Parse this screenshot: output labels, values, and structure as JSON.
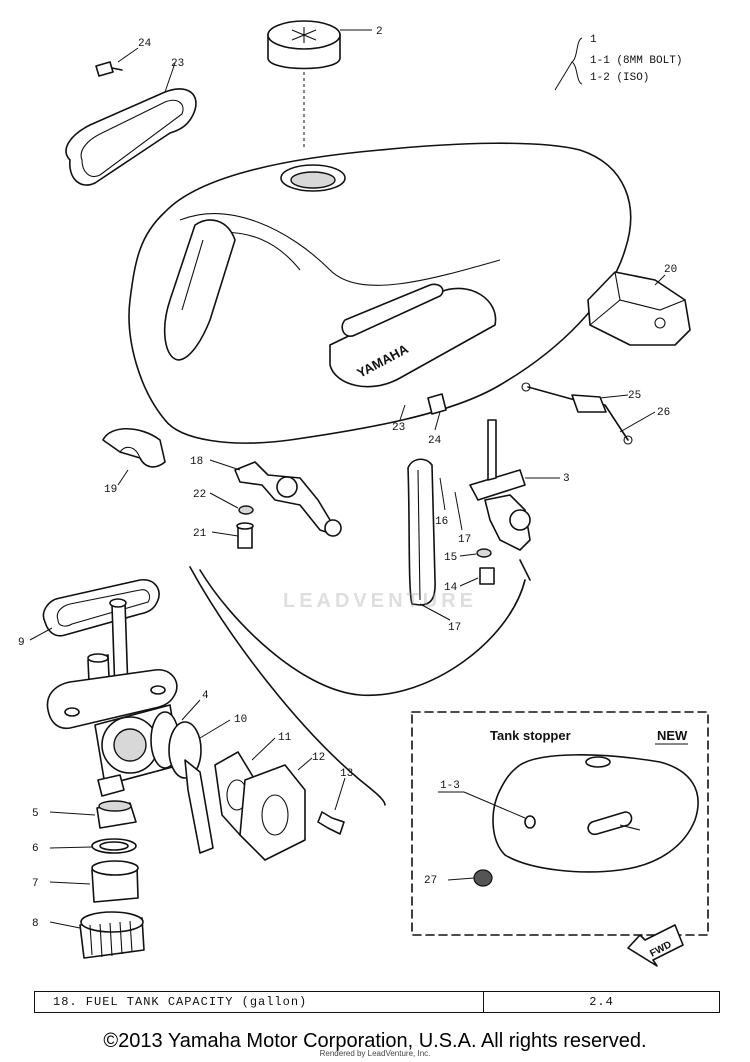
{
  "callouts": {
    "c1": "1",
    "c1_1": "1-1 (8MM BOLT)",
    "c1_2": "1-2 (ISO)",
    "c2": "2",
    "c3": "3",
    "c4": "4",
    "c5": "5",
    "c6": "6",
    "c7": "7",
    "c8": "8",
    "c9": "9",
    "c10": "10",
    "c11": "11",
    "c12": "12",
    "c13": "13",
    "c14": "14",
    "c15": "15",
    "c16": "16",
    "c17a": "17",
    "c17b": "17",
    "c18": "18",
    "c19": "19",
    "c20": "20",
    "c21": "21",
    "c22": "22",
    "c23a": "23",
    "c23b": "23",
    "c24a": "24",
    "c24b": "24",
    "c25": "25",
    "c26": "26",
    "c27": "27",
    "c1_3": "1-3"
  },
  "emblem_text": "YAMAHA",
  "inset": {
    "title": "Tank stopper",
    "badge": "NEW",
    "fwd": "FWD"
  },
  "watermark": "LEADVENTURE",
  "capacity": {
    "label": "18. FUEL TANK CAPACITY (gallon)",
    "value": "2.4"
  },
  "copyright": "©2013 Yamaha Motor Corporation, U.S.A. All rights reserved.",
  "subnote": "Rendered by LeadVenture, Inc."
}
